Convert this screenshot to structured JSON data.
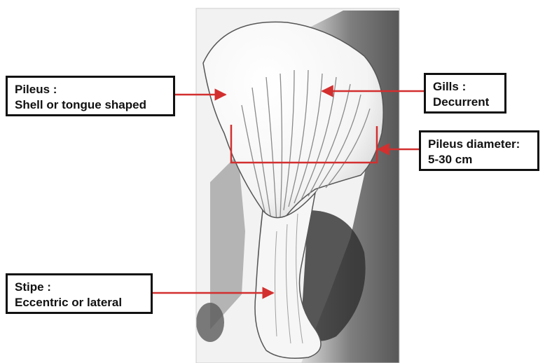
{
  "annotations": {
    "pileus": {
      "title": "Pileus :",
      "detail": "Shell or tongue shaped"
    },
    "gills": {
      "title": "Gills :",
      "detail": "Decurrent"
    },
    "pileus_diameter": {
      "title": "Pileus diameter:",
      "detail": "5-30 cm"
    },
    "stipe": {
      "title": "Stipe :",
      "detail": "Eccentric or lateral"
    }
  },
  "colors": {
    "arrow": "#d32f2f",
    "box_border": "#111111"
  }
}
